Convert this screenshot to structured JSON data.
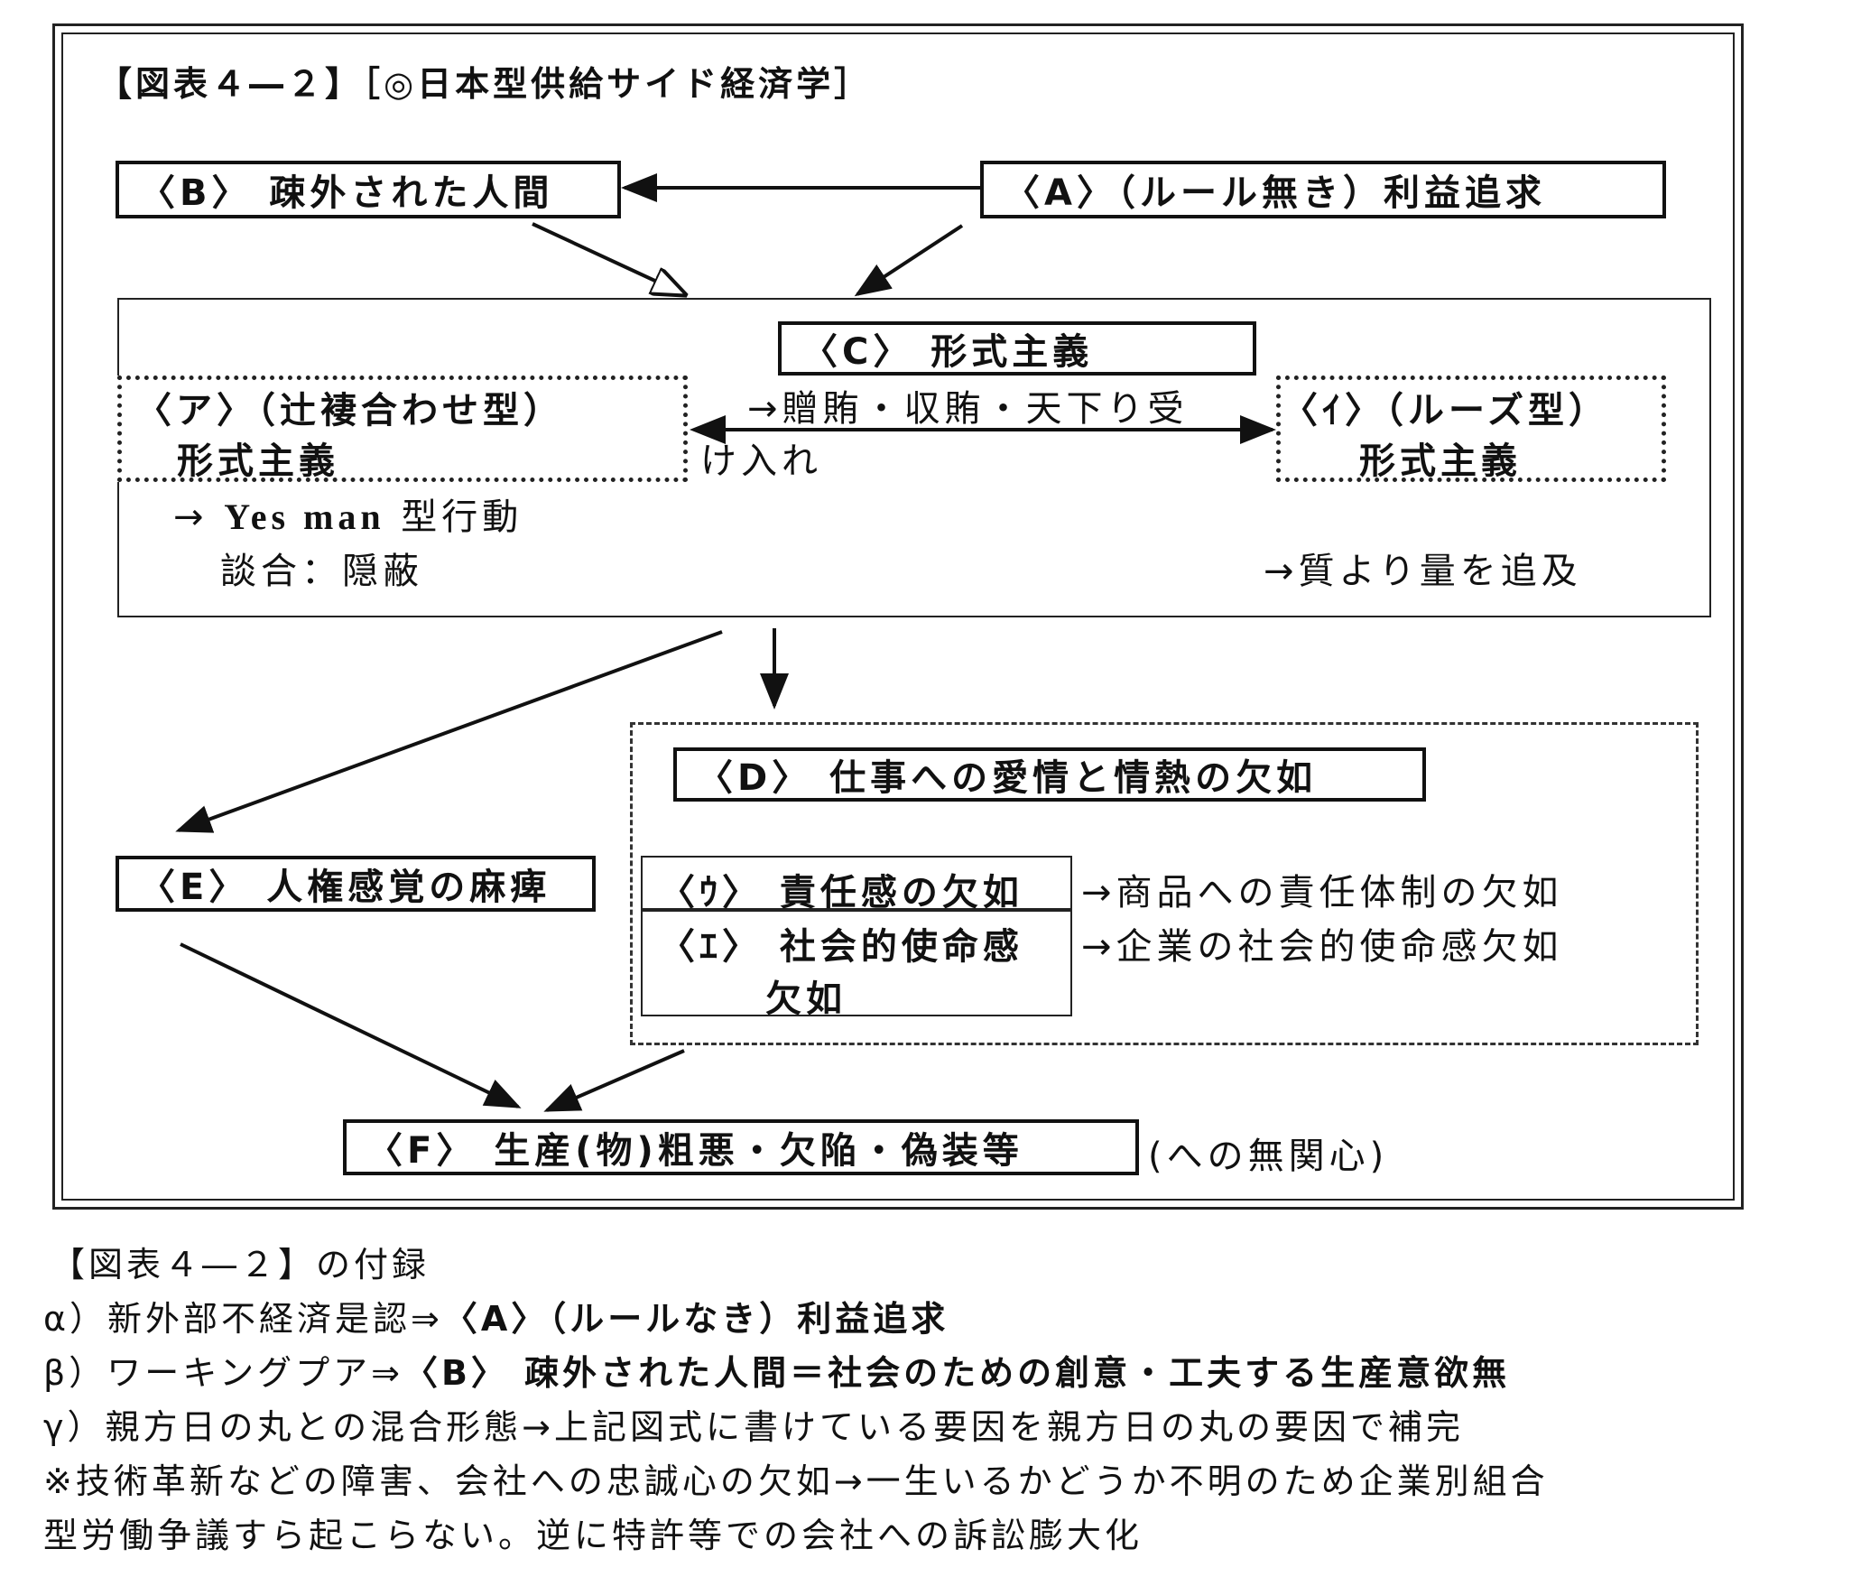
{
  "title": "【図表４―２】［◎日本型供給サイド経済学］",
  "boxes": {
    "B": "〈B〉 疎外された人間",
    "A": "〈A〉（ルール無き）利益追求",
    "C": "〈C〉 形式主義",
    "a_line1": "〈ア〉（辻褄合わせ型）",
    "a_line2": "形式主義",
    "i_line1": "〈ｲ〉（ルーズ型）",
    "i_line2": "形式主義",
    "D": "〈D〉 仕事への愛情と情熱の欠如",
    "E": "〈E〉 人権感覚の麻痺",
    "u": "〈ｳ〉 責任感の欠如",
    "e_line1": "〈ｴ〉 社会的使命感",
    "e_line2": "欠如",
    "F": "〈F〉 生産(物)粗悪・欠陥・偽装等"
  },
  "notes": {
    "bribe_line1": "→贈賄・収賄・天下り受",
    "bribe_line2": "け入れ",
    "yesman_arrow": "→ ",
    "yesman_bold": "Yes man",
    "yesman_rest": " 型行動",
    "dango": "談合：隠蔽",
    "quantity": "→質より量を追及",
    "product_resp": "→商品への責任体制の欠如",
    "corp_mission": "→企業の社会的使命感欠如",
    "indifference": "(への無関心)"
  },
  "appendix": {
    "heading": "【図表４―２】の付録",
    "alpha_prefix": "α）新外部不経済是認⇒",
    "alpha_bold": "〈A〉（ルールなき）利益追求",
    "beta_prefix": "β）ワーキングプア⇒",
    "beta_bold": "〈B〉 疎外された人間＝社会のための創意・工夫する生産意欲無",
    "gamma": "γ）親方日の丸との混合形態→上記図式に書けている要因を親方日の丸の要因で補完",
    "note_line1": "※技術革新などの障害、会社への忠誠心の欠如→一生いるかどうか不明のため企業別組合",
    "note_line2": "型労働争議すら起こらない。逆に特許等での会社への訴訟膨大化"
  }
}
